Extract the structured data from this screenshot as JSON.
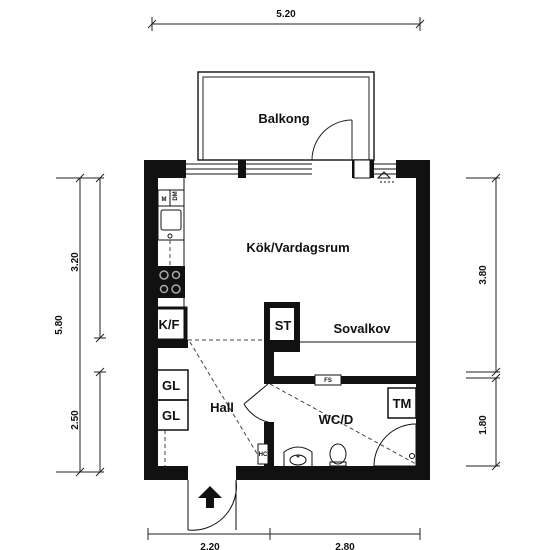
{
  "rooms": {
    "balkong": "Balkong",
    "kok_vardagsrum": "Kök/Vardagsrum",
    "sovalkov": "Sovalkov",
    "hall": "Hall",
    "wc_d": "WC/D"
  },
  "fixtures": {
    "microwave": "M",
    "dishwasher": "DM",
    "fridge_freezer": "K/F",
    "storage": "ST",
    "wardrobe_1": "GL",
    "wardrobe_2": "GL",
    "dryer": "TM",
    "fs": "FS",
    "hc": "HC"
  },
  "dimensions": {
    "top_width": "5.20",
    "left_total": "5.80",
    "left_upper": "3.20",
    "left_lower": "2.50",
    "right_upper": "3.80",
    "right_lower": "1.80",
    "bottom_left": "2.20",
    "bottom_right": "2.80"
  }
}
